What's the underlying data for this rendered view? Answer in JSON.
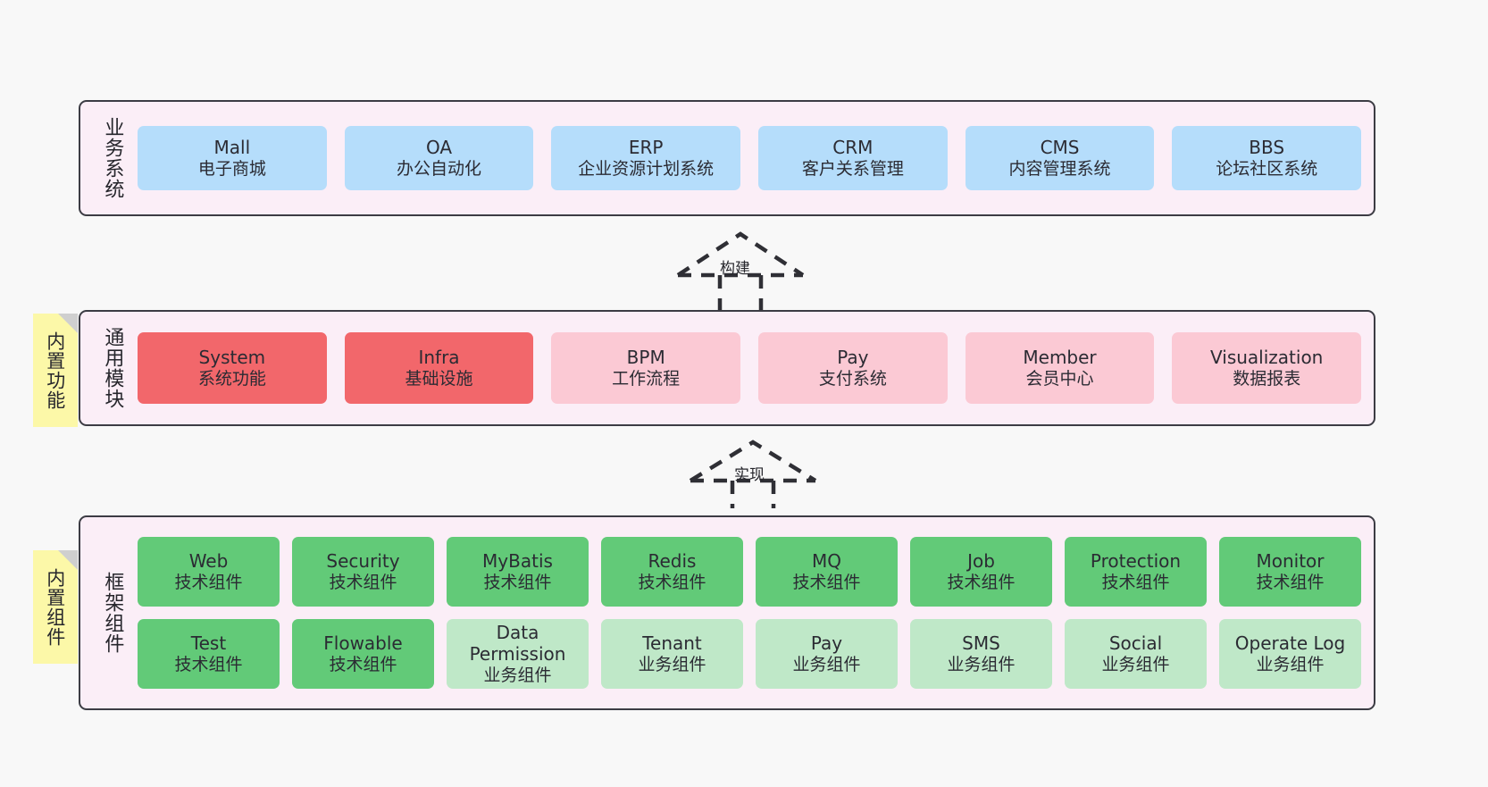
{
  "diagram": {
    "title_visible": false,
    "colors": {
      "band_fill": "#fbeef7",
      "band_border": "#3c3c44",
      "business": "#b5ddfb",
      "core_module": "#f2676b",
      "module": "#fbc9d4",
      "tech_component": "#62ca78",
      "biz_component": "#bfe8c8",
      "note": "#fcf8a8",
      "canvas": "#f8f8f8"
    }
  },
  "layers": {
    "business": {
      "title": "业务系统",
      "cards": [
        {
          "en": "Mall",
          "cn": "电子商城"
        },
        {
          "en": "OA",
          "cn": "办公自动化"
        },
        {
          "en": "ERP",
          "cn": "企业资源计划系统"
        },
        {
          "en": "CRM",
          "cn": "客户关系管理"
        },
        {
          "en": "CMS",
          "cn": "内容管理系统"
        },
        {
          "en": "BBS",
          "cn": "论坛社区系统"
        }
      ]
    },
    "common": {
      "title": "通用模块",
      "note": "内置功能",
      "cards": [
        {
          "en": "System",
          "cn": "系统功能",
          "style": "core"
        },
        {
          "en": "Infra",
          "cn": "基础设施",
          "style": "core"
        },
        {
          "en": "BPM",
          "cn": "工作流程",
          "style": "module"
        },
        {
          "en": "Pay",
          "cn": "支付系统",
          "style": "module"
        },
        {
          "en": "Member",
          "cn": "会员中心",
          "style": "module"
        },
        {
          "en": "Visualization",
          "cn": "数据报表",
          "style": "module"
        }
      ]
    },
    "framework": {
      "title": "框架组件",
      "note": "内置组件",
      "row1": [
        {
          "en": "Web",
          "cn": "技术组件",
          "style": "tech"
        },
        {
          "en": "Security",
          "cn": "技术组件",
          "style": "tech"
        },
        {
          "en": "MyBatis",
          "cn": "技术组件",
          "style": "tech"
        },
        {
          "en": "Redis",
          "cn": "技术组件",
          "style": "tech"
        },
        {
          "en": "MQ",
          "cn": "技术组件",
          "style": "tech"
        },
        {
          "en": "Job",
          "cn": "技术组件",
          "style": "tech"
        },
        {
          "en": "Protection",
          "cn": "技术组件",
          "style": "tech"
        },
        {
          "en": "Monitor",
          "cn": "技术组件",
          "style": "tech"
        }
      ],
      "row2": [
        {
          "en": "Test",
          "cn": "技术组件",
          "style": "tech"
        },
        {
          "en": "Flowable",
          "cn": "技术组件",
          "style": "tech"
        },
        {
          "en": "Data Permission",
          "cn": "业务组件",
          "style": "biz"
        },
        {
          "en": "Tenant",
          "cn": "业务组件",
          "style": "biz"
        },
        {
          "en": "Pay",
          "cn": "业务组件",
          "style": "biz"
        },
        {
          "en": "SMS",
          "cn": "业务组件",
          "style": "biz"
        },
        {
          "en": "Social",
          "cn": "业务组件",
          "style": "biz"
        },
        {
          "en": "Operate Log",
          "cn": "业务组件",
          "style": "biz"
        }
      ]
    }
  },
  "connectors": [
    {
      "label": "构建",
      "from": "通用模块",
      "to": "业务系统"
    },
    {
      "label": "实现",
      "from": "框架组件",
      "to": "通用模块"
    }
  ]
}
